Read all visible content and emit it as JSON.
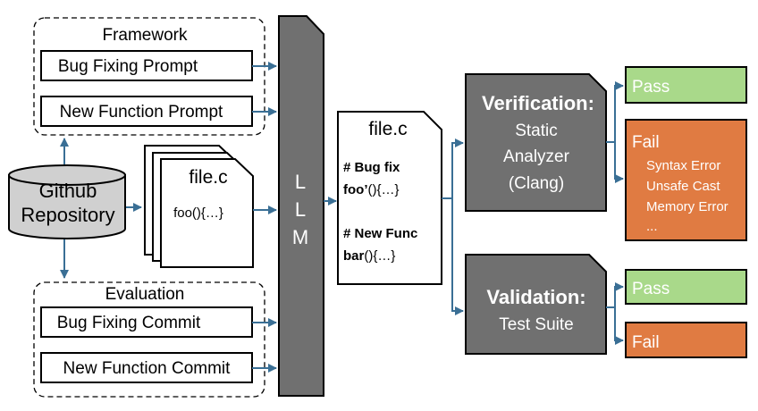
{
  "framework": {
    "title": "Framework",
    "bug_prompt": "Bug Fixing Prompt",
    "newfunc_prompt": "New Function Prompt"
  },
  "evaluation": {
    "title": "Evaluation",
    "bug_commit": "Bug Fixing Commit",
    "newfunc_commit": "New Function Commit"
  },
  "repository": {
    "line1": "Github",
    "line2": "Repository"
  },
  "input_file": {
    "name": "file.c",
    "code": "foo(){…}"
  },
  "llm": {
    "letters": [
      "L",
      "L",
      "M"
    ]
  },
  "output_file": {
    "name": "file.c",
    "bug_comment": "# Bug fix",
    "bug_code_bold": "foo’",
    "bug_code_rest": "(){…}",
    "new_comment": "# New Func",
    "new_code_bold": "bar",
    "new_code_rest": "(){…}"
  },
  "verification": {
    "title": "Verification:",
    "line1": "Static",
    "line2": "Analyzer",
    "line3": "(Clang)"
  },
  "validation": {
    "title": "Validation:",
    "line1": "Test Suite"
  },
  "results": {
    "pass_label": "Pass",
    "fail_label": "Fail",
    "fail_items": [
      "Syntax Error",
      "Unsafe Cast",
      "Memory Error",
      "..."
    ]
  },
  "colors": {
    "pass": "#a9d98a",
    "fail": "#e07b42",
    "gray": "#707070",
    "arrow": "#3a6f95",
    "cylinder": "#d0d0d0"
  }
}
